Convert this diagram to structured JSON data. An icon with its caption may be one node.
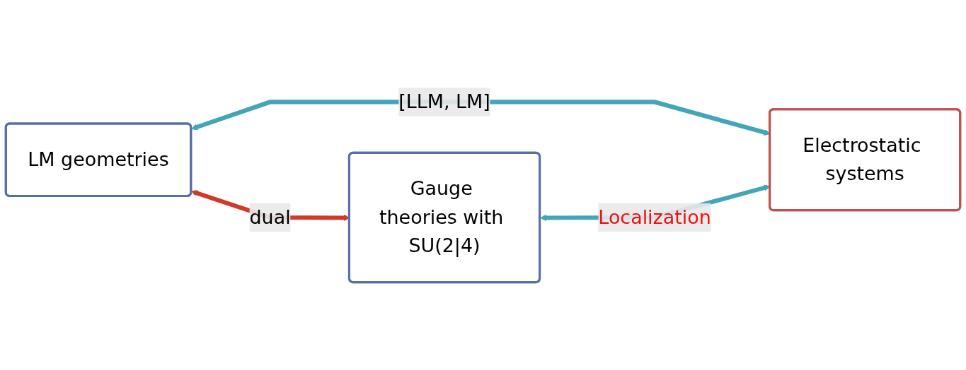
{
  "diagram": {
    "nodes": [
      {
        "text": [
          "LM geometries"
        ]
      },
      {
        "text": [
          "Gauge theories with SU(2|4)"
        ]
      },
      {
        "text": [
          "Electrostatic systems"
        ]
      }
    ],
    "edges": [
      {
        "from": 0,
        "to": 1,
        "arrow": "both",
        "label": "dual",
        "color": "#d03a2a"
      },
      {
        "from": 0,
        "to": 2,
        "arrow": "both",
        "label": "[LLM, LM]"
      },
      {
        "from": 1,
        "to": 2,
        "arrow": "both",
        "label": "Localization"
      }
    ]
  }
}
